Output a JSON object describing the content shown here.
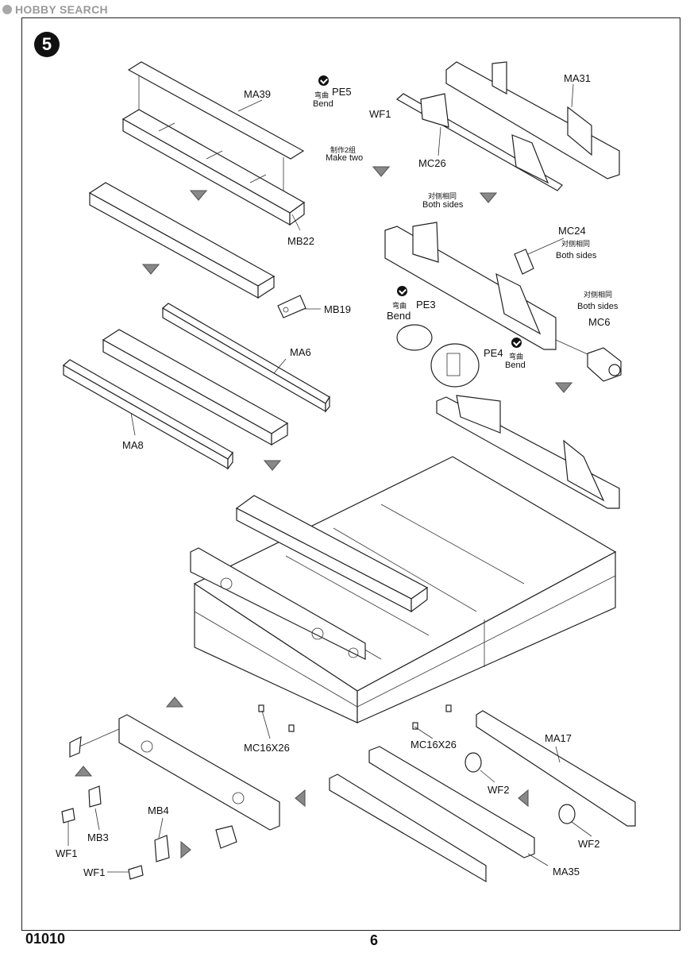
{
  "watermark": "HOBBY SEARCH",
  "step_number": "5",
  "labels": {
    "ma39": "MA39",
    "mb22": "MB22",
    "mb19": "MB19",
    "ma6": "MA6",
    "ma8": "MA8",
    "pe5": "PE5",
    "wf1_top": "WF1",
    "ma31": "MA31",
    "mc26": "MC26",
    "mc24": "MC24",
    "pe3": "PE3",
    "pe4": "PE4",
    "mc6": "MC6",
    "mc16x26_left": "MC16X26",
    "mc16x26_right": "MC16X26",
    "ma17": "MA17",
    "wf2_a": "WF2",
    "wf2_b": "WF2",
    "ma35": "MA35",
    "mb4": "MB4",
    "mb3": "MB3",
    "wf1_a": "WF1",
    "wf1_b": "WF1"
  },
  "notes": {
    "bend_cn": "弯曲",
    "bend_en": "Bend",
    "make_two_cn": "制作2组",
    "make_two_en": "Make two",
    "both_sides_cn": "对侧相同",
    "both_sides_en": "Both sides"
  },
  "footer": {
    "product_code": "01010",
    "page_number": "6"
  }
}
